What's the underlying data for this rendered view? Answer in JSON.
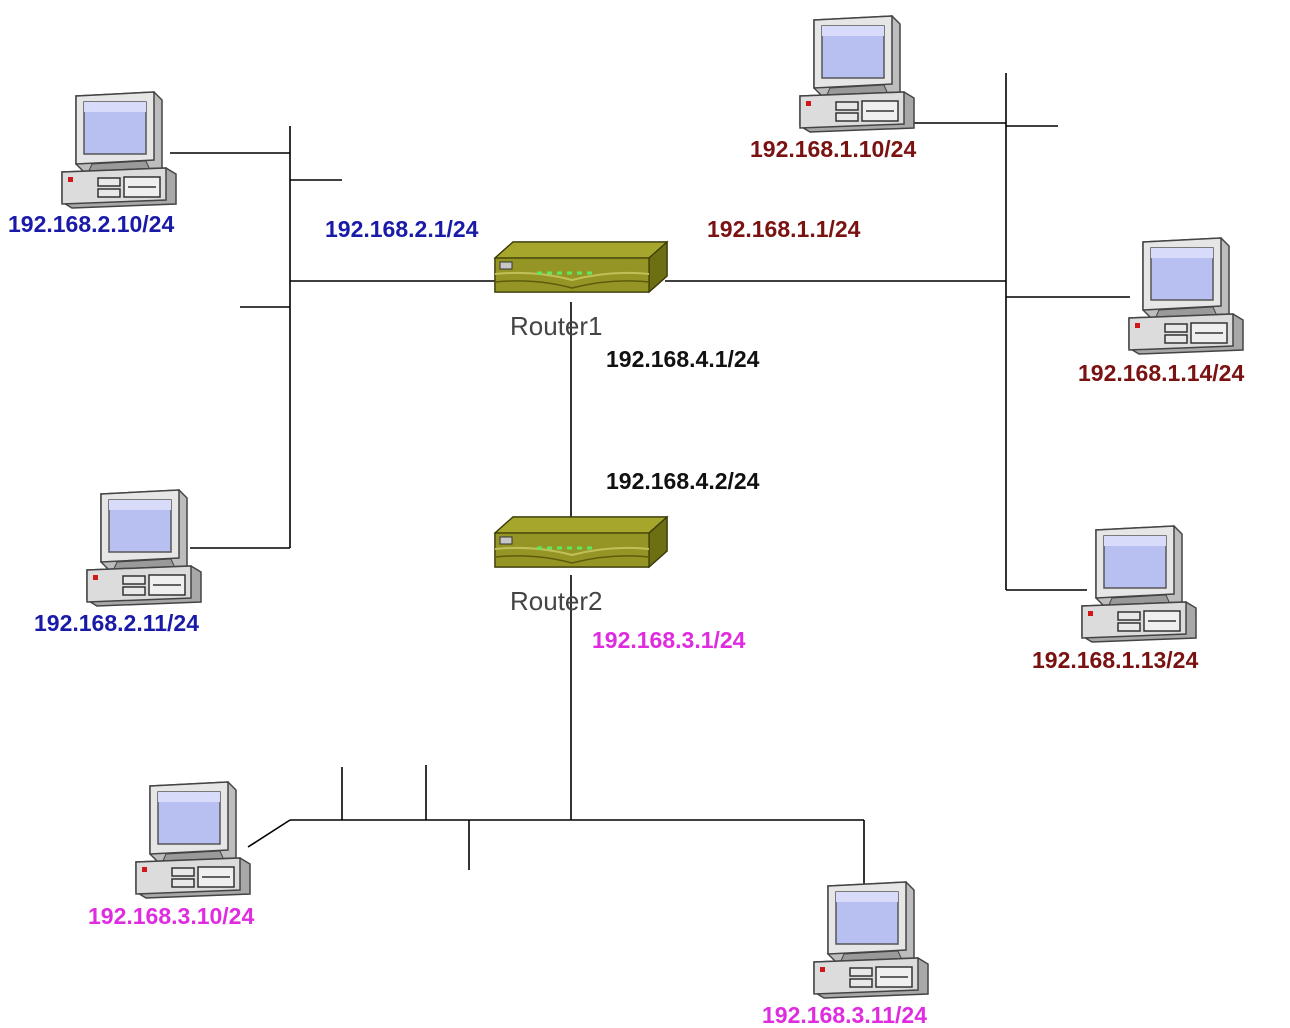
{
  "colors": {
    "net_2": "#1a1aa8",
    "net_1": "#7a1212",
    "net_3": "#e02ce0",
    "net_4": "#111111",
    "router_body": "#8a8a1c",
    "router_top": "#a6a62c",
    "router_led": "#5fe85f",
    "pc_case": "#d8d8d8",
    "pc_screen": "#b8c0f2",
    "link": "#000000"
  },
  "routers": [
    {
      "id": "router1",
      "name": "Router1",
      "icon": "router-icon"
    },
    {
      "id": "router2",
      "name": "Router2",
      "icon": "router-icon"
    }
  ],
  "interfaces": {
    "r1_net2": "192.168.2.1/24",
    "r1_net1": "192.168.1.1/24",
    "r1_net4": "192.168.4.1/24",
    "r2_net4": "192.168.4.2/24",
    "r2_net3": "192.168.3.1/24"
  },
  "hosts": {
    "h_2_10": {
      "ip": "192.168.2.10/24",
      "icon": "desktop-computer-icon"
    },
    "h_2_11": {
      "ip": "192.168.2.11/24",
      "icon": "desktop-computer-icon"
    },
    "h_1_10": {
      "ip": "192.168.1.10/24",
      "icon": "desktop-computer-icon"
    },
    "h_1_14": {
      "ip": "192.168.1.14/24",
      "icon": "desktop-computer-icon"
    },
    "h_1_13": {
      "ip": "192.168.1.13/24",
      "icon": "desktop-computer-icon"
    },
    "h_3_10": {
      "ip": "192.168.3.10/24",
      "icon": "desktop-computer-icon"
    },
    "h_3_11": {
      "ip": "192.168.3.11/24",
      "icon": "desktop-computer-icon"
    }
  }
}
